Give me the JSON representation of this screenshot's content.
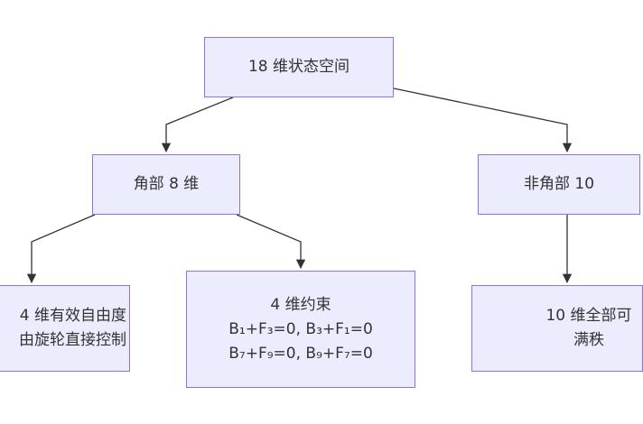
{
  "diagram": {
    "type": "flowchart-tree",
    "colors": {
      "node_fill": "#ECECFF",
      "node_border": "#9370DB",
      "edge": "#333333",
      "text": "#333333"
    },
    "nodes": {
      "root": {
        "lines": [
          "18 维状态空间"
        ]
      },
      "corner": {
        "lines": [
          "角部 8 维"
        ]
      },
      "noncorner": {
        "lines": [
          "非角部 10"
        ]
      },
      "free": {
        "lines": [
          "4 维有效自由度",
          "由旋轮直接控制"
        ]
      },
      "constraint": {
        "lines": [
          "4 维约束",
          "B₁+F₃=0, B₃+F₁=0",
          "B₇+F₉=0, B₉+F₇=0"
        ]
      },
      "fullrank": {
        "lines": [
          "10 维全部可",
          "满秩"
        ]
      }
    },
    "edges": [
      {
        "from": "root",
        "to": "corner"
      },
      {
        "from": "root",
        "to": "noncorner"
      },
      {
        "from": "corner",
        "to": "free"
      },
      {
        "from": "corner",
        "to": "constraint"
      },
      {
        "from": "noncorner",
        "to": "fullrank"
      }
    ]
  }
}
